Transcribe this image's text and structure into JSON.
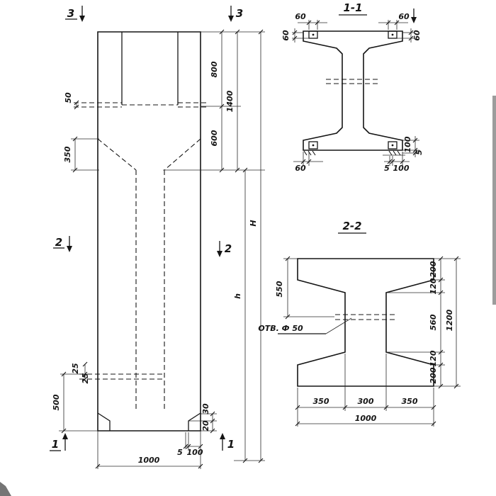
{
  "colors": {
    "ink": "#151515",
    "paper": "#ffffff"
  },
  "elevation": {
    "markers": {
      "m3_left": "3",
      "m3_right": "3",
      "m2_left": "2",
      "m2_right": "2",
      "m1_left": "1",
      "m1_right": "1"
    },
    "dims": {
      "flange_50": "50",
      "taper_350": "350",
      "top_800": "800",
      "mid_600": "600",
      "total_1400": "1400",
      "height_H": "H",
      "height_h": "h",
      "bottom_500": "500",
      "bottom_25a": "25",
      "bottom_25b": "25",
      "foot_30": "30",
      "foot_20": "20",
      "foot_5": "5",
      "foot_100": "100",
      "width_1000": "1000"
    }
  },
  "section_1_1": {
    "title": "1-1",
    "dims": {
      "top_left_60": "60",
      "top_right_60": "60",
      "left_60": "60",
      "right_60": "60",
      "bottom_left_60": "60",
      "bottom_5": "5",
      "bottom_100": "100",
      "right_100": "100",
      "right_5": "5"
    }
  },
  "section_2_2": {
    "title": "2-2",
    "dims": {
      "left_550": "550",
      "hole_label": "ОТВ. Ф 50",
      "right_200_top": "200",
      "right_120_top": "120",
      "right_560": "560",
      "right_120_bottom": "120",
      "right_200_bottom": "200",
      "right_total_1200": "1200",
      "bottom_350_left": "350",
      "bottom_300": "300",
      "bottom_350_right": "350",
      "bottom_total_1000": "1000"
    }
  }
}
